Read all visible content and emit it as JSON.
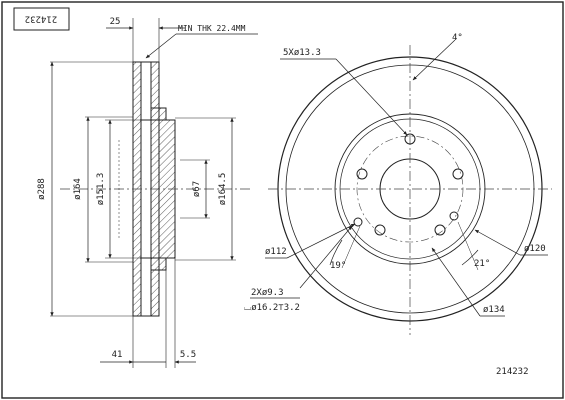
{
  "title_block": {
    "code": "214232",
    "code_footer": "214232"
  },
  "side_view": {
    "dim_top_offset": "25",
    "min_thickness": "MIN THK 22.4MM",
    "dia_outer": "ø288",
    "dia_hub_outer": "ø164",
    "dia_hub_inner": "ø151.3",
    "dia_bore": "ø67",
    "dia_hat": "ø164.5",
    "dim_total_height": "41",
    "dim_hat_thickness": "5.5"
  },
  "front_view": {
    "bolt_holes": "5Xø13.3",
    "bolt_angle": "4°",
    "pcd": "ø112",
    "dia_inner_ring": "ø120",
    "dia_outer_ring": "ø134",
    "angle_left": "19°",
    "angle_right": "21°",
    "aux_holes": "2Xø9.3",
    "counterbore": "⌴ø16.2⊤3.2"
  },
  "colors": {
    "line": "#222222",
    "centerline": "#444444",
    "background": "#ffffff"
  }
}
